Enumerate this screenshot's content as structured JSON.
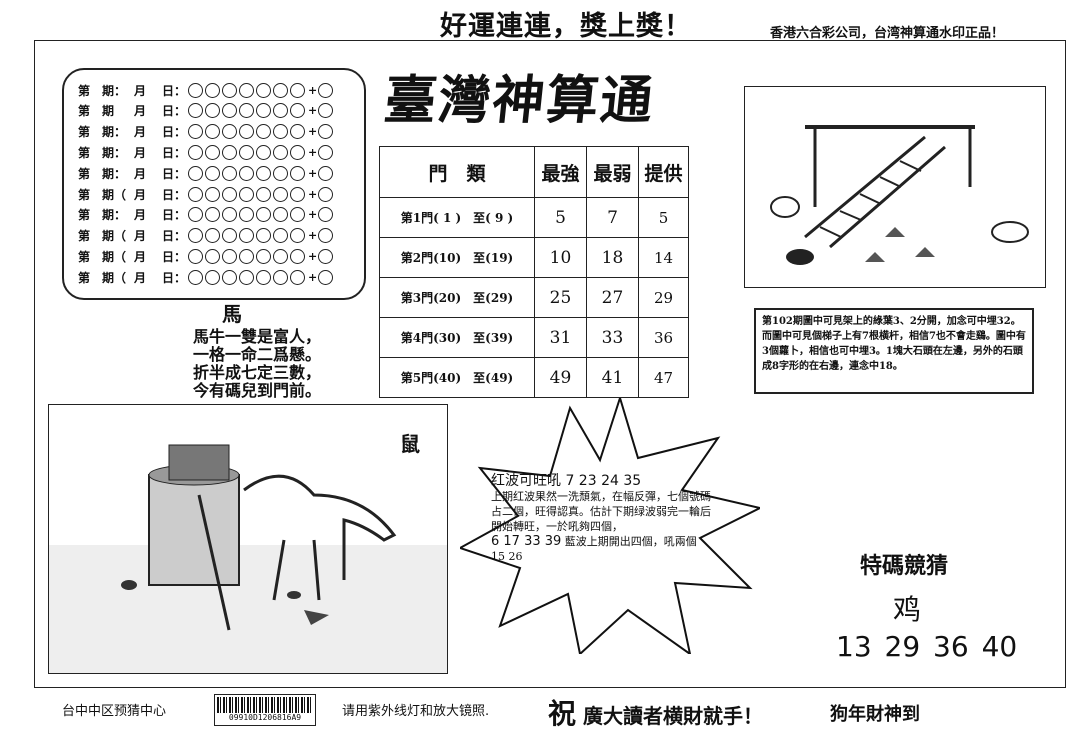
{
  "header": {
    "slogan": "好運連連，獎上獎！",
    "right_note": "香港六合彩公司，台湾神算通水印正品！"
  },
  "schedule": {
    "rows": [
      {
        "period": "第　期：",
        "month": "月",
        "day": "日："
      },
      {
        "period": "第　期",
        "month": "月",
        "day": "日："
      },
      {
        "period": "第　期：",
        "month": "月",
        "day": "日："
      },
      {
        "period": "第　期：",
        "month": "月",
        "day": "日："
      },
      {
        "period": "第　期：",
        "month": "月",
        "day": "日："
      },
      {
        "period": "第　期（",
        "month": "月",
        "day": "日："
      },
      {
        "period": "第　期：",
        "month": "月",
        "day": "日："
      },
      {
        "period": "第　期（",
        "month": "月",
        "day": "日："
      },
      {
        "period": "第　期（",
        "month": "月",
        "day": "日："
      },
      {
        "period": "第　期（",
        "month": "月",
        "day": "日："
      }
    ],
    "plus": "+"
  },
  "title": "臺灣神算通",
  "table": {
    "headers": [
      "門　類",
      "最強",
      "最弱",
      "提供"
    ],
    "rows": [
      {
        "gate": "第1門( 1 )　至( 9 )",
        "max": "5",
        "min": "7",
        "offer": "5"
      },
      {
        "gate": "第2門(10)　至(19)",
        "max": "10",
        "min": "18",
        "offer": "14"
      },
      {
        "gate": "第3門(20)　至(29)",
        "max": "25",
        "min": "27",
        "offer": "29"
      },
      {
        "gate": "第4門(30)　至(39)",
        "max": "31",
        "min": "33",
        "offer": "36"
      },
      {
        "gate": "第5門(40)　至(49)",
        "max": "49",
        "min": "41",
        "offer": "47"
      }
    ]
  },
  "horse": {
    "title": "馬",
    "poem": [
      "馬牛一雙是富人，",
      "一格一命二爲懸。",
      "折半成七定三數，",
      "今有碼兒到門前。"
    ]
  },
  "rat_label": "鼠",
  "note": "第102期圖中可見架上的綠葉3、2分開，加念可中埋32。而圖中可見個梯子上有7根横杆，相信7也不會走鷄。圖中有3個蘿卜，相信也可中埋3。1塊大石頭在左邊，另外的石頭成8字形的在右邊，連念中18。",
  "star": {
    "head": "红波可旺吼 7 23 24 35",
    "body": "上期红波果然一洗頹氣，在幅反彈，七個號碼占二個，旺得認真。估計下期绿波弱完一輪后開始轉旺，一於吼夠四個，",
    "nums": "6 17 33 39",
    "tail": "藍波上期開出四個，吼兩個 15 26"
  },
  "guess": {
    "title": "特碼競猜",
    "animal": "鸡",
    "numbers": "13 29 36 40"
  },
  "footer": {
    "left": "台中中区预猜中心",
    "barcode": "09910D1206816A9",
    "instr": "请用紫外线灯和放大镜照.",
    "zhu": "祝",
    "middle": "廣大讀者横財就手！",
    "right": "狗年財神到"
  }
}
